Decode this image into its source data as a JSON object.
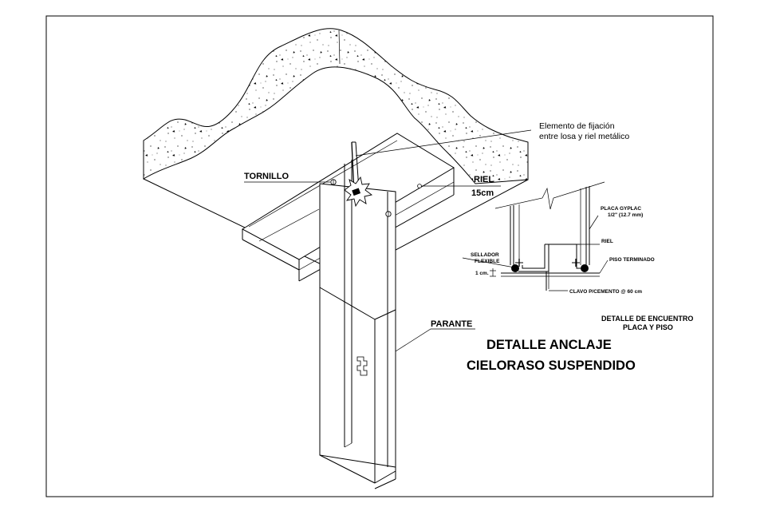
{
  "labels": {
    "fixing_element_line1": "Elemento de fijación",
    "fixing_element_line2": "entre losa y riel metálico",
    "tornillo": "TORNILLO",
    "riel": "RIEL",
    "riel_size": "15cm",
    "parante": "PARANTE"
  },
  "title": {
    "line1": "DETALLE ANCLAJE",
    "line2": "CIELORASO SUSPENDIDO"
  },
  "floor_detail": {
    "placa_line1": "PLACA GYPLAC",
    "placa_line2": "1/2\" (12.7 mm)",
    "riel": "RIEL",
    "sellador_line1": "SELLADOR",
    "sellador_line2": "FLEXIBLE",
    "piso_terminado": "PISO TERMINADO",
    "dim_1cm": "1 cm.",
    "clavo": "CLAVO P/CEMENTO @ 60 cm",
    "caption_line1": "DETALLE DE ENCUENTRO",
    "caption_line2": "PLACA Y PISO"
  }
}
